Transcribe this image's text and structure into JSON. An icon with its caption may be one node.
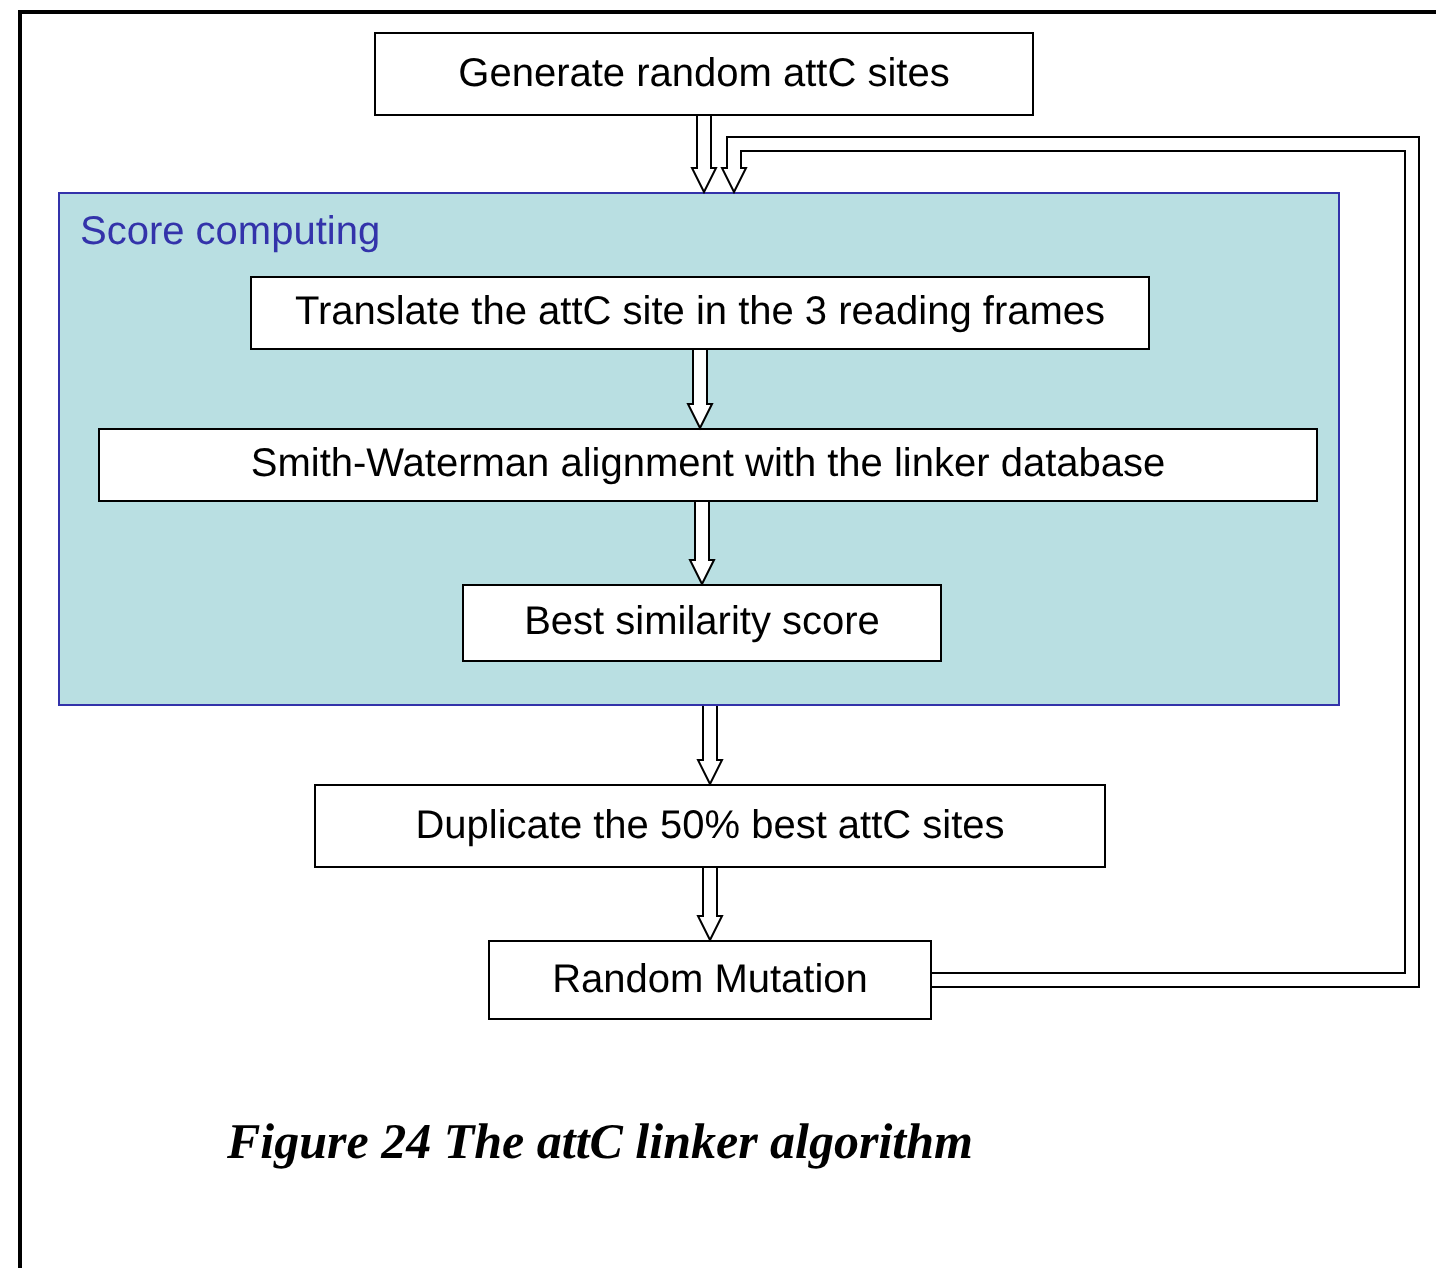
{
  "diagram": {
    "nodes": [
      {
        "text": [
          "Generate random attC sites"
        ]
      },
      {
        "text": [
          "Score computing"
        ]
      },
      {
        "text": [
          "Translate the attC site in the 3 reading frames"
        ],
        "in": 1
      },
      {
        "text": [
          "Smith-Waterman  alignment with the linker database"
        ],
        "in": 1
      },
      {
        "text": [
          "Best similarity score"
        ],
        "in": 1
      },
      {
        "text": [
          "Duplicate the 50% best attC sites"
        ]
      },
      {
        "text": [
          "Random Mutation"
        ]
      }
    ],
    "edges": [
      {
        "from": 0,
        "to": 1,
        "arrow": "to"
      },
      {
        "from": 2,
        "to": 3,
        "arrow": "to"
      },
      {
        "from": 3,
        "to": 4,
        "arrow": "to"
      },
      {
        "from": 1,
        "to": 5,
        "arrow": "to"
      },
      {
        "from": 5,
        "to": 6,
        "arrow": "to"
      },
      {
        "from": 6,
        "to": 1,
        "arrow": "to"
      }
    ],
    "labels": [
      "Figure 24 The attC linker algorithm"
    ]
  }
}
